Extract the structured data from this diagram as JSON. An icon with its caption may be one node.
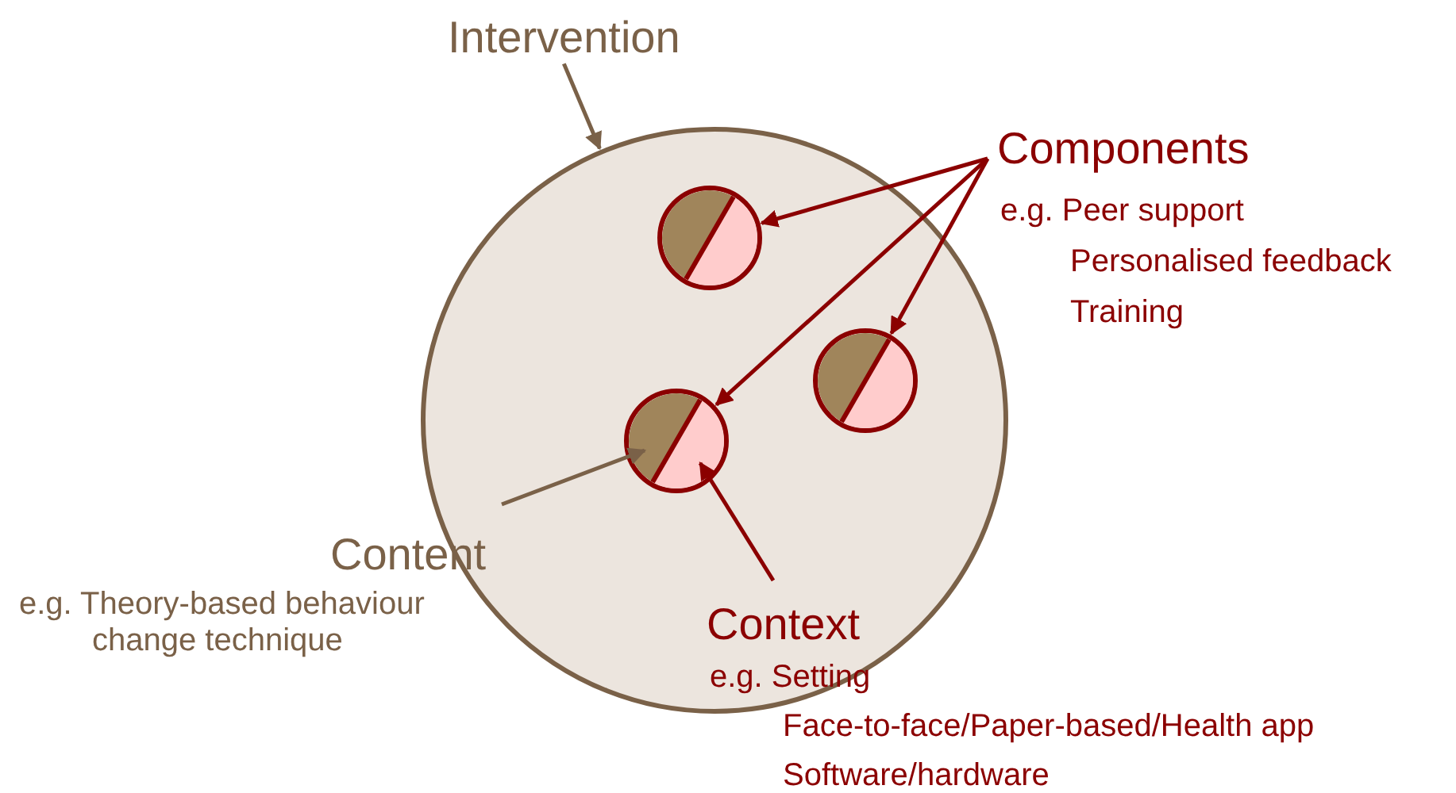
{
  "diagram": {
    "nodes": [
      {
        "text": [
          "Intervention"
        ]
      },
      {
        "text": [],
        "shape": "circle"
      },
      {
        "text": [],
        "shape": "circle",
        "in": 1
      },
      {
        "text": [],
        "shape": "circle",
        "in": 1
      },
      {
        "text": [],
        "shape": "circle",
        "in": 1
      },
      {
        "text": [
          "Components",
          "e.g. Peer support",
          "Personalised feedback",
          "Training"
        ]
      },
      {
        "text": [
          "Content",
          "e.g. Theory-based behaviour change technique"
        ]
      },
      {
        "text": [
          "Context",
          "e.g. Setting",
          "Face-to-face/Paper-based/Health app",
          "Software/hardware"
        ]
      }
    ],
    "edges": [
      {
        "from": 0,
        "to": 1,
        "arrow": "to",
        "color": "#7a6148"
      },
      {
        "from": 5,
        "to": 2,
        "arrow": "to"
      },
      {
        "from": 5,
        "to": 3,
        "arrow": "to"
      },
      {
        "from": 5,
        "to": 4,
        "arrow": "to"
      },
      {
        "from": 6,
        "to": 4,
        "arrow": "to",
        "color": "#7a6148"
      },
      {
        "from": 7,
        "to": 4,
        "arrow": "to"
      }
    ]
  }
}
